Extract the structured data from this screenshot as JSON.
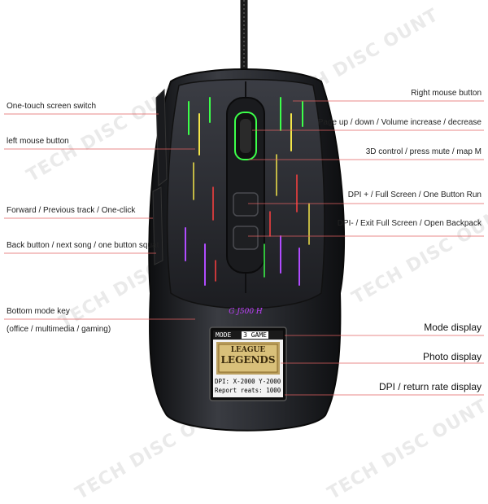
{
  "watermark": "TECH DISC OUNT",
  "mouse": {
    "model_badge": "G J500 H",
    "screen": {
      "mode_label": "MODE",
      "mode_value": "3 GAME",
      "logo_line1": "LEAGUE",
      "logo_line2": "LEGENDS",
      "dpi_line": "DPI: X-2000  Y-2000",
      "report_line": "Report reats:  1000"
    }
  },
  "labels_left": [
    {
      "id": "screen-switch",
      "text": "One-touch screen switch"
    },
    {
      "id": "left-button",
      "text": "left mouse button"
    },
    {
      "id": "forward",
      "text": "Forward / Previous track / One-click"
    },
    {
      "id": "back",
      "text": "Back button / next song / one button squat"
    },
    {
      "id": "bottom-mode-1",
      "text": "Bottom mode key"
    },
    {
      "id": "bottom-mode-2",
      "text": "(office / multimedia / gaming)"
    }
  ],
  "labels_right": [
    {
      "id": "right-button",
      "text": "Right mouse button"
    },
    {
      "id": "page-updown",
      "text": "Page up / down / Volume increase / decrease"
    },
    {
      "id": "3d-control",
      "text": "3D control / press mute / map M"
    },
    {
      "id": "dpi-plus",
      "text": "DPI + / Full Screen / One Button Run"
    },
    {
      "id": "dpi-minus",
      "text": "DPI- / Exit Full Screen / Open Backpack"
    },
    {
      "id": "mode-display",
      "text": "Mode display"
    },
    {
      "id": "photo-display",
      "text": "Photo display"
    },
    {
      "id": "dpi-display",
      "text": "DPI / return rate display"
    }
  ],
  "colors": {
    "line": "#e06060",
    "shell": "#2b2d31",
    "shell_dark": "#141517",
    "accent_green": "#3cff4a",
    "accent_yellow": "#f4e64a",
    "accent_red": "#ff4040",
    "accent_purple": "#b04cff"
  }
}
